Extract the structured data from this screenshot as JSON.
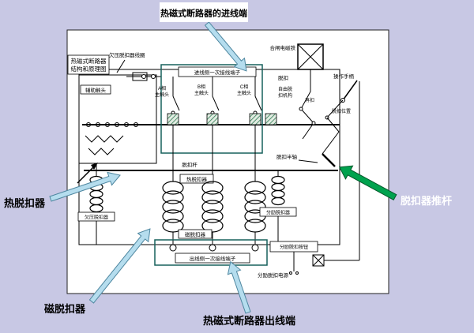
{
  "page": {
    "background": "#c8c8e4",
    "arrow_blue": "#b5ddee",
    "arrow_green": "#00a24e"
  },
  "callouts": {
    "inlet": "热磁式断路器的进线端",
    "thermal": "热脱扣器",
    "pushrod": "脱扣器推杆",
    "magnetic": "磁脱扣器",
    "outlet": "热磁式断路器出线端"
  },
  "diagram": {
    "title1": "热磁式断路器",
    "title2": "结构和原理图",
    "uv_coil": "欠压脱扣器线圈",
    "aux_contact": "辅助触头",
    "phase_a_1": "A相",
    "phase_a_2": "主触头",
    "phase_b_1": "B相",
    "phase_b_2": "主触头",
    "phase_c_1": "C相",
    "phase_c_2": "主触头",
    "in_terminal": "进线侧一次接线端子",
    "closing_magnet": "合闸电磁铁",
    "trip": "脱扣",
    "handle": "操作手柄",
    "free_trip_1": "自由脱",
    "free_trip_2": "扣机构",
    "relatch": "再扣",
    "trip_position": "脱扣位置",
    "half_shaft": "脱扣半轴",
    "trip_bar": "脱扣杆",
    "thermal_release": "热脱扣器",
    "uv_release": "欠压脱扣器",
    "magnetic_release": "磁脱扣器",
    "shunt_release": "分励脱扣器",
    "out_terminal": "出线侧一次接线端子",
    "shunt_button": "分励脱扣按钮",
    "shunt_power": "分励脱扣电源"
  }
}
